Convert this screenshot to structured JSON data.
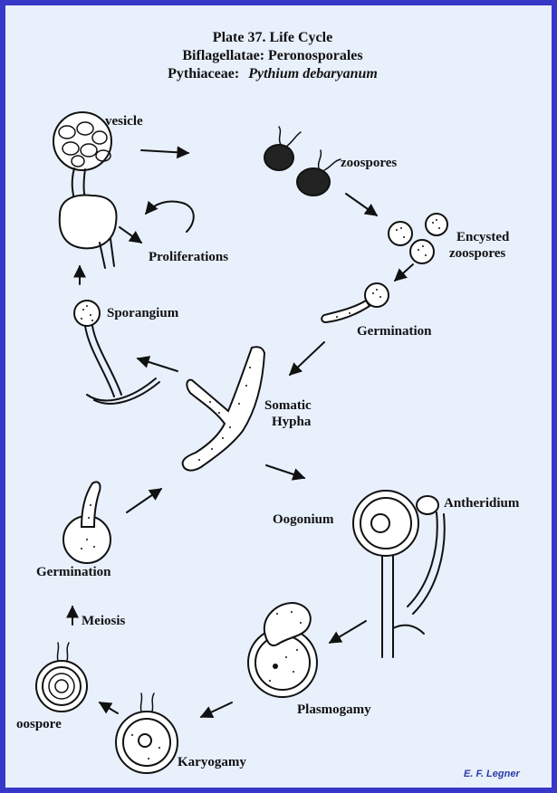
{
  "title": {
    "line1": "Plate 37.  Life Cycle",
    "line2": "Biflagellatae: Peronosporales",
    "line3_prefix": "Pythiaceae:",
    "line3_species": "Pythium debaryanum"
  },
  "labels": {
    "vesicle": "vesicle",
    "zoospores": "zoospores",
    "encysted_line1": "Encysted",
    "encysted_line2": "zoospores",
    "proliferations": "Proliferations",
    "sporangium": "Sporangium",
    "germination_top": "Germination",
    "somatic_line1": "Somatic",
    "somatic_line2": "Hypha",
    "oogonium": "Oogonium",
    "antheridium": "Antheridium",
    "germination_bottom": "Germination",
    "meiosis": "Meiosis",
    "plasmogamy": "Plasmogamy",
    "oospore": "oospore",
    "karyogamy": "Karyogamy"
  },
  "credit": "E. F. Legner",
  "colors": {
    "border": "#3838c8",
    "background": "#e8f0fc",
    "ink": "#111111",
    "credit": "#2a3aa8"
  }
}
